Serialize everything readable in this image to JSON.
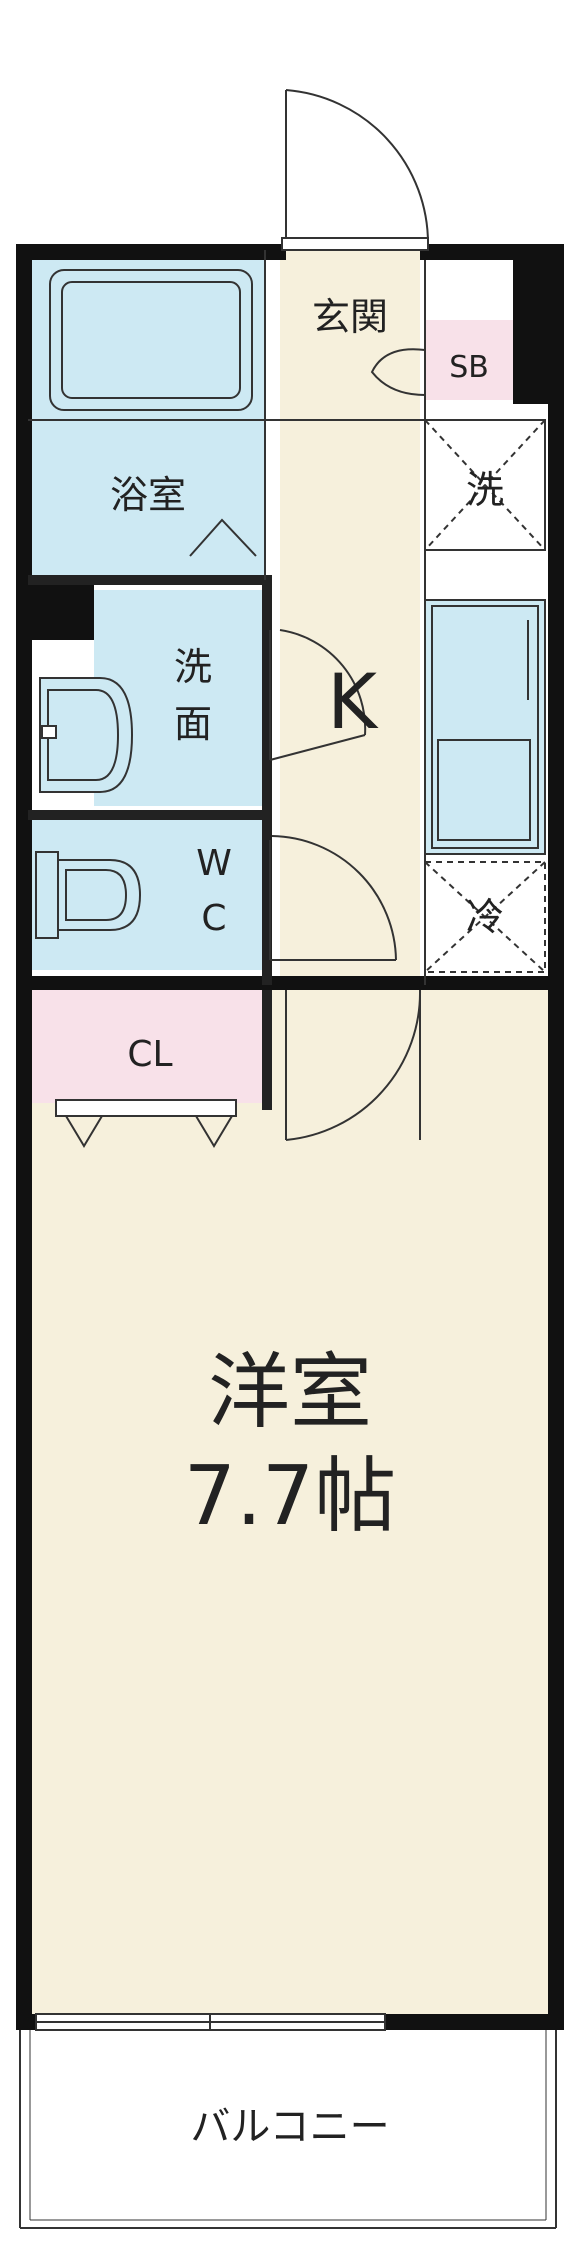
{
  "colors": {
    "wall": "#111111",
    "floor": "#f6f0dc",
    "bath": "#cde9f3",
    "closet": "#f8e1e9",
    "fixture_outline": "#333333",
    "white": "#ffffff"
  },
  "labels": {
    "entrance": "玄関",
    "shoe_box": "SB",
    "washer": "洗",
    "bathroom": "浴室",
    "washroom_line1": "洗",
    "washroom_line2": "面",
    "kitchen": "K",
    "wc_line1": "W",
    "wc_line2": "C",
    "fridge": "冷",
    "closet": "CL",
    "western_room": "洋室",
    "room_size": "7.7帖",
    "balcony": "バルコニー"
  },
  "icons": {
    "bathtub": "bathtub-icon",
    "sink": "sink-icon",
    "toilet": "toilet-icon",
    "kitchen_counter": "kitchen-counter-icon"
  }
}
